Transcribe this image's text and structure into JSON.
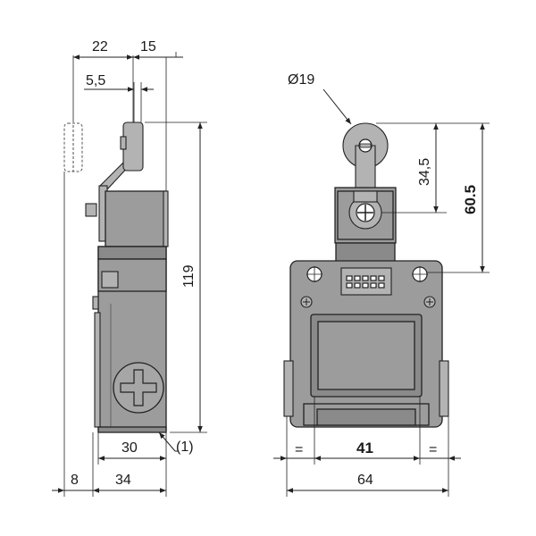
{
  "side_view": {
    "dims": {
      "top_left": "22",
      "top_right": "15",
      "lever_offset": "5,5",
      "height": "119",
      "base_inner": "30",
      "base_outer": "34",
      "left_offset": "8",
      "note": "(1)"
    }
  },
  "front_view": {
    "dims": {
      "roller_diameter": "Ø19",
      "roller_height": "34,5",
      "total_height": "60.5",
      "inner_width": "41",
      "outer_width": "64",
      "equal_left": "=",
      "equal_right": "="
    }
  },
  "colors": {
    "body": "#9c9c9c",
    "line": "#222222"
  }
}
